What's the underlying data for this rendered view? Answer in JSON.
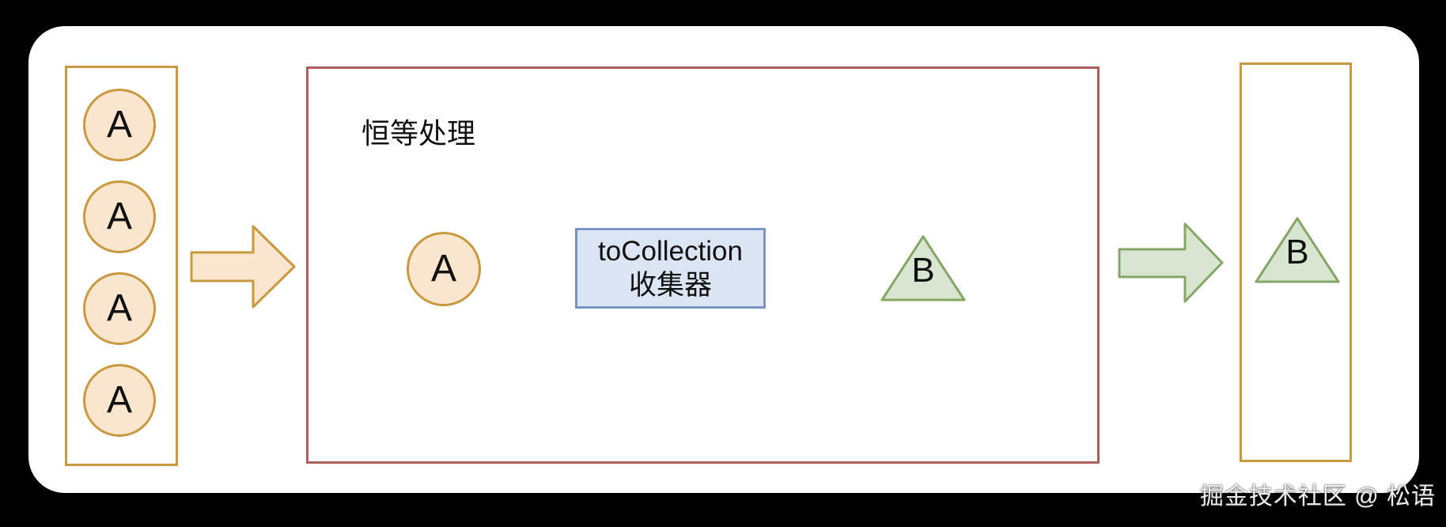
{
  "colors": {
    "page_bg": "#000000",
    "card_bg": "#FFFFFF",
    "gold_stroke": "#C8993E",
    "peach_fill": "#FAE6CF",
    "red_stroke": "#AC5F5B",
    "blue_fill": "#DCE5F4",
    "blue_stroke": "#7C94C6",
    "green_fill": "#D7E5D1",
    "green_stroke": "#86A667",
    "connector": "#000000",
    "text": "#111111",
    "watermark_text": "#ECECEC"
  },
  "input_collection": {
    "items": [
      "A",
      "A",
      "A",
      "A"
    ]
  },
  "process_box": {
    "title": "恒等处理",
    "input_label": "A",
    "collector_line1": "toCollection",
    "collector_line2": "收集器",
    "output_label": "B"
  },
  "output_collection": {
    "items": [
      "B"
    ]
  },
  "watermark": {
    "text": "掘金技术社区 @ 松语"
  }
}
